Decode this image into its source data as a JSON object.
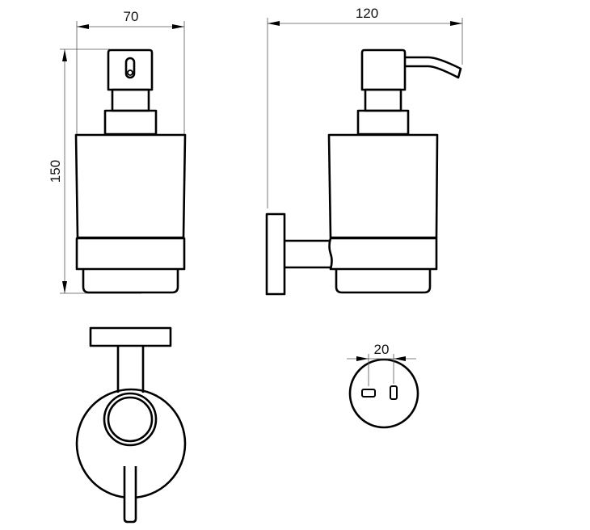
{
  "dimensions": {
    "width": "70",
    "height": "150",
    "depth": "120",
    "mount_spacing": "20"
  },
  "colors": {
    "line": "#000000",
    "dimension": "#555555"
  }
}
